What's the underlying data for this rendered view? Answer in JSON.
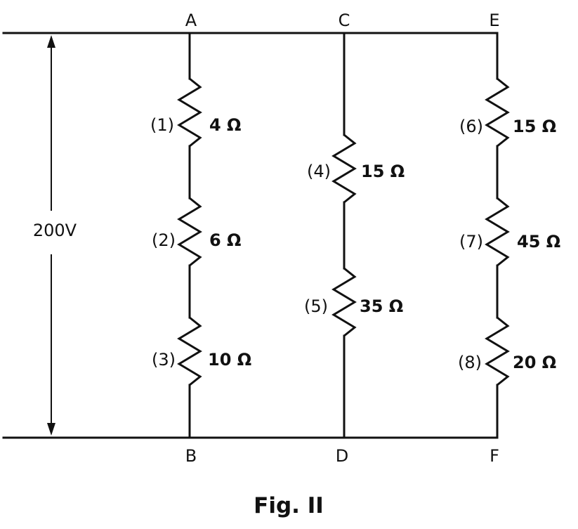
{
  "nodes": {
    "a": "A",
    "b": "B",
    "c": "C",
    "d": "D",
    "e": "E",
    "f": "F"
  },
  "source": {
    "voltage": "200V"
  },
  "resistors": [
    {
      "id": "(1)",
      "value": "4 Ω"
    },
    {
      "id": "(2)",
      "value": "6 Ω"
    },
    {
      "id": "(3)",
      "value": "10 Ω"
    },
    {
      "id": "(4)",
      "value": "15 Ω"
    },
    {
      "id": "(5)",
      "value": "35 Ω"
    },
    {
      "id": "(6)",
      "value": "15 Ω"
    },
    {
      "id": "(7)",
      "value": "45 Ω"
    },
    {
      "id": "(8)",
      "value": "20 Ω"
    }
  ],
  "figure": {
    "caption": "Fig. II"
  }
}
